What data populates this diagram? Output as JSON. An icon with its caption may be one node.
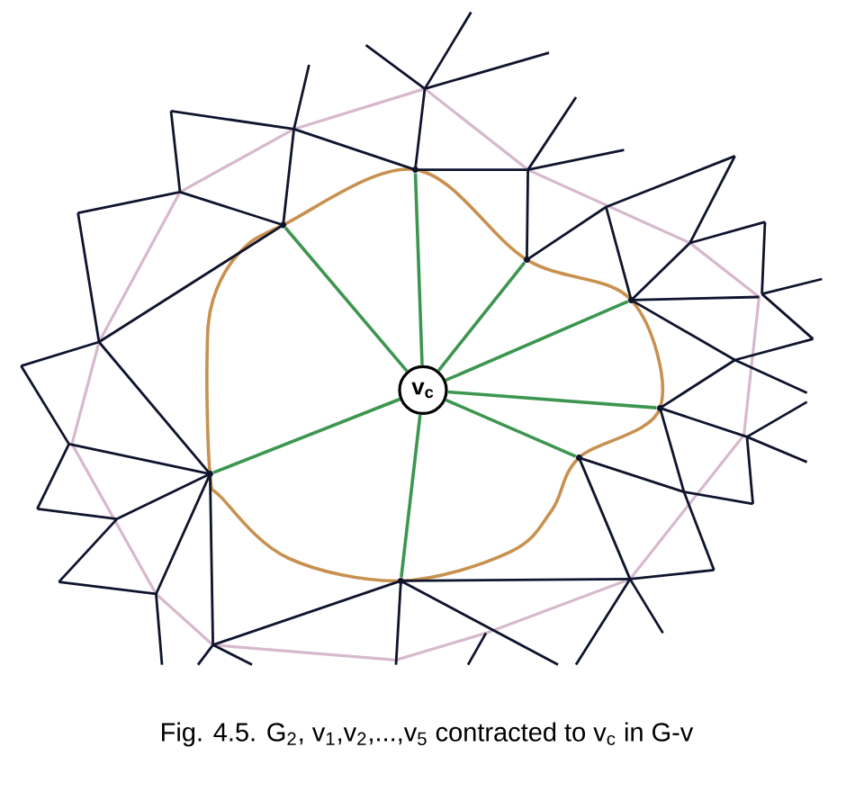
{
  "diagram": {
    "caption": "Fig. 4.5. G$_{2}$, v$_{1}$,v$_{2}$,...,v$_{5}$ contracted to v$_{c}$ in G-v",
    "nodes": [
      {
        "text": [
          "v$_{c}$"
        ]
      },
      {
        "text": [],
        "shape": "circle"
      },
      {
        "text": [],
        "shape": "circle"
      },
      {
        "text": [],
        "shape": "circle"
      },
      {
        "text": [],
        "shape": "circle"
      },
      {
        "text": [],
        "shape": "circle"
      },
      {
        "text": [],
        "shape": "circle"
      },
      {
        "text": [],
        "shape": "circle"
      },
      {
        "text": [],
        "shape": "circle"
      }
    ],
    "edges": [
      {
        "from": 0,
        "to": 1,
        "arrow": "none"
      },
      {
        "from": 0,
        "to": 2,
        "arrow": "none"
      },
      {
        "from": 0,
        "to": 3,
        "arrow": "none"
      },
      {
        "from": 0,
        "to": 4,
        "arrow": "none"
      },
      {
        "from": 0,
        "to": 5,
        "arrow": "none"
      },
      {
        "from": 0,
        "to": 6,
        "arrow": "none"
      },
      {
        "from": 0,
        "to": 7,
        "arrow": "none"
      },
      {
        "from": 0,
        "to": 8,
        "arrow": "none"
      }
    ]
  }
}
